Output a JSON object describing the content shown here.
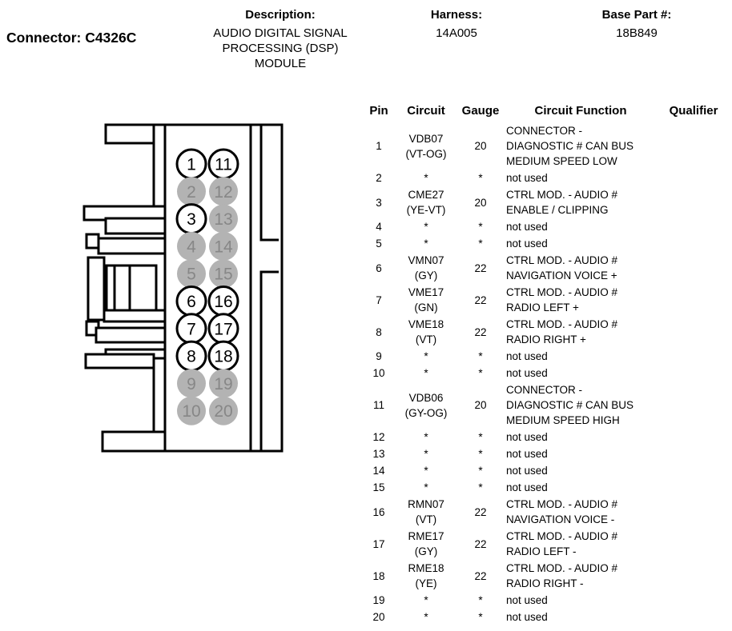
{
  "header": {
    "connector": "Connector: C4326C",
    "description_label": "Description:",
    "description": "AUDIO DIGITAL SIGNAL\nPROCESSING (DSP)\nMODULE",
    "harness_label": "Harness:",
    "harness": "14A005",
    "base_part_label": "Base Part #:",
    "base_part": "18B849"
  },
  "connector": {
    "name": "C4326C",
    "colors": {
      "used_fill": "#ffffff",
      "used_stroke": "#000000",
      "used_text": "#000000",
      "unused_fill": "#b3b3b3",
      "unused_text": "#878787"
    },
    "pins": [
      {
        "n": "1",
        "used": true
      },
      {
        "n": "2",
        "used": false
      },
      {
        "n": "3",
        "used": true
      },
      {
        "n": "4",
        "used": false
      },
      {
        "n": "5",
        "used": false
      },
      {
        "n": "6",
        "used": true
      },
      {
        "n": "7",
        "used": true
      },
      {
        "n": "8",
        "used": true
      },
      {
        "n": "9",
        "used": false
      },
      {
        "n": "10",
        "used": false
      },
      {
        "n": "11",
        "used": true
      },
      {
        "n": "12",
        "used": false
      },
      {
        "n": "13",
        "used": false
      },
      {
        "n": "14",
        "used": false
      },
      {
        "n": "15",
        "used": false
      },
      {
        "n": "16",
        "used": true
      },
      {
        "n": "17",
        "used": true
      },
      {
        "n": "18",
        "used": true
      },
      {
        "n": "19",
        "used": false
      },
      {
        "n": "20",
        "used": false
      }
    ]
  },
  "table": {
    "columns": [
      "Pin",
      "Circuit",
      "Gauge",
      "Circuit Function",
      "Qualifier"
    ],
    "rows": [
      {
        "pin": "1",
        "circuit": "VDB07\n(VT-OG)",
        "gauge": "20",
        "function": "CONNECTOR -\nDIAGNOSTIC # CAN BUS\nMEDIUM SPEED LOW",
        "qualifier": ""
      },
      {
        "pin": "2",
        "circuit": "*",
        "gauge": "*",
        "function": "not used",
        "qualifier": ""
      },
      {
        "pin": "3",
        "circuit": "CME27\n(YE-VT)",
        "gauge": "20",
        "function": "CTRL MOD. - AUDIO #\nENABLE / CLIPPING",
        "qualifier": ""
      },
      {
        "pin": "4",
        "circuit": "*",
        "gauge": "*",
        "function": "not used",
        "qualifier": ""
      },
      {
        "pin": "5",
        "circuit": "*",
        "gauge": "*",
        "function": "not used",
        "qualifier": ""
      },
      {
        "pin": "6",
        "circuit": "VMN07\n(GY)",
        "gauge": "22",
        "function": "CTRL MOD. - AUDIO #\nNAVIGATION VOICE +",
        "qualifier": ""
      },
      {
        "pin": "7",
        "circuit": "VME17\n(GN)",
        "gauge": "22",
        "function": "CTRL MOD. - AUDIO #\nRADIO LEFT +",
        "qualifier": ""
      },
      {
        "pin": "8",
        "circuit": "VME18\n(VT)",
        "gauge": "22",
        "function": "CTRL MOD. - AUDIO #\nRADIO RIGHT +",
        "qualifier": ""
      },
      {
        "pin": "9",
        "circuit": "*",
        "gauge": "*",
        "function": "not used",
        "qualifier": ""
      },
      {
        "pin": "10",
        "circuit": "*",
        "gauge": "*",
        "function": "not used",
        "qualifier": ""
      },
      {
        "pin": "11",
        "circuit": "VDB06\n(GY-OG)",
        "gauge": "20",
        "function": "CONNECTOR -\nDIAGNOSTIC # CAN BUS\nMEDIUM SPEED HIGH",
        "qualifier": ""
      },
      {
        "pin": "12",
        "circuit": "*",
        "gauge": "*",
        "function": "not used",
        "qualifier": ""
      },
      {
        "pin": "13",
        "circuit": "*",
        "gauge": "*",
        "function": "not used",
        "qualifier": ""
      },
      {
        "pin": "14",
        "circuit": "*",
        "gauge": "*",
        "function": "not used",
        "qualifier": ""
      },
      {
        "pin": "15",
        "circuit": "*",
        "gauge": "*",
        "function": "not used",
        "qualifier": ""
      },
      {
        "pin": "16",
        "circuit": "RMN07\n(VT)",
        "gauge": "22",
        "function": "CTRL MOD. - AUDIO #\nNAVIGATION VOICE -",
        "qualifier": ""
      },
      {
        "pin": "17",
        "circuit": "RME17\n(GY)",
        "gauge": "22",
        "function": "CTRL MOD. - AUDIO #\nRADIO LEFT -",
        "qualifier": ""
      },
      {
        "pin": "18",
        "circuit": "RME18\n(YE)",
        "gauge": "22",
        "function": "CTRL MOD. - AUDIO #\nRADIO RIGHT -",
        "qualifier": ""
      },
      {
        "pin": "19",
        "circuit": "*",
        "gauge": "*",
        "function": "not used",
        "qualifier": ""
      },
      {
        "pin": "20",
        "circuit": "*",
        "gauge": "*",
        "function": "not used",
        "qualifier": ""
      }
    ]
  }
}
